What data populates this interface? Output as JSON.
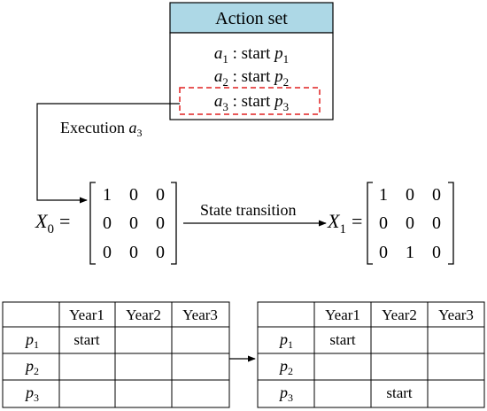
{
  "action_set": {
    "title": "Action set",
    "header_color": "#add8e6",
    "highlight_color": "#e02020",
    "actions": [
      {
        "var": "a",
        "sub": "1",
        "text": " : start ",
        "pvar": "p",
        "psub": "1"
      },
      {
        "var": "a",
        "sub": "2",
        "text": " : start ",
        "pvar": "p",
        "psub": "2"
      },
      {
        "var": "a",
        "sub": "3",
        "text": " : start ",
        "pvar": "p",
        "psub": "3"
      }
    ]
  },
  "execution": {
    "label": "Execution ",
    "var": "a",
    "sub": "3"
  },
  "transition": {
    "label": "State transition"
  },
  "state0": {
    "var": "X",
    "sub": "0",
    "eq": "=",
    "matrix": [
      [
        "1",
        "0",
        "0"
      ],
      [
        "0",
        "0",
        "0"
      ],
      [
        "0",
        "0",
        "0"
      ]
    ]
  },
  "state1": {
    "var": "X",
    "sub": "1",
    "eq": "=",
    "matrix": [
      [
        "1",
        "0",
        "0"
      ],
      [
        "0",
        "0",
        "0"
      ],
      [
        "0",
        "1",
        "0"
      ]
    ]
  },
  "table_left": {
    "headers": [
      "",
      "Year1",
      "Year2",
      "Year3"
    ],
    "rows": [
      {
        "pvar": "p",
        "psub": "1",
        "cells": [
          "start",
          "",
          ""
        ]
      },
      {
        "pvar": "p",
        "psub": "2",
        "cells": [
          "",
          "",
          ""
        ]
      },
      {
        "pvar": "p",
        "psub": "3",
        "cells": [
          "",
          "",
          ""
        ]
      }
    ]
  },
  "table_right": {
    "headers": [
      "",
      "Year1",
      "Year2",
      "Year3"
    ],
    "rows": [
      {
        "pvar": "p",
        "psub": "1",
        "cells": [
          "start",
          "",
          ""
        ]
      },
      {
        "pvar": "p",
        "psub": "2",
        "cells": [
          "",
          "",
          ""
        ]
      },
      {
        "pvar": "p",
        "psub": "3",
        "cells": [
          "",
          "start",
          ""
        ]
      }
    ]
  }
}
